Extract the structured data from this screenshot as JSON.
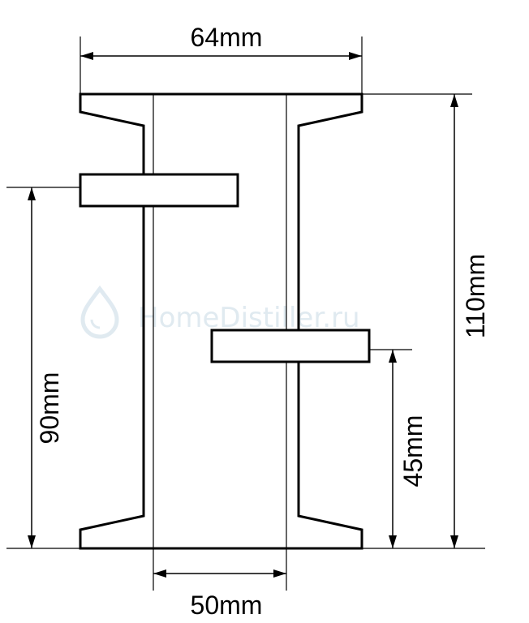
{
  "dimensions": {
    "top_width": "64mm",
    "total_height": "110mm",
    "lower_shelf_height": "90mm",
    "upper_shelf_height": "45mm",
    "inner_width": "50mm"
  },
  "watermark": {
    "text": "HomeDistiller.ru",
    "icon": "water-drop-icon"
  },
  "colors": {
    "line": "#000000",
    "watermark": "#d6e3ec"
  }
}
